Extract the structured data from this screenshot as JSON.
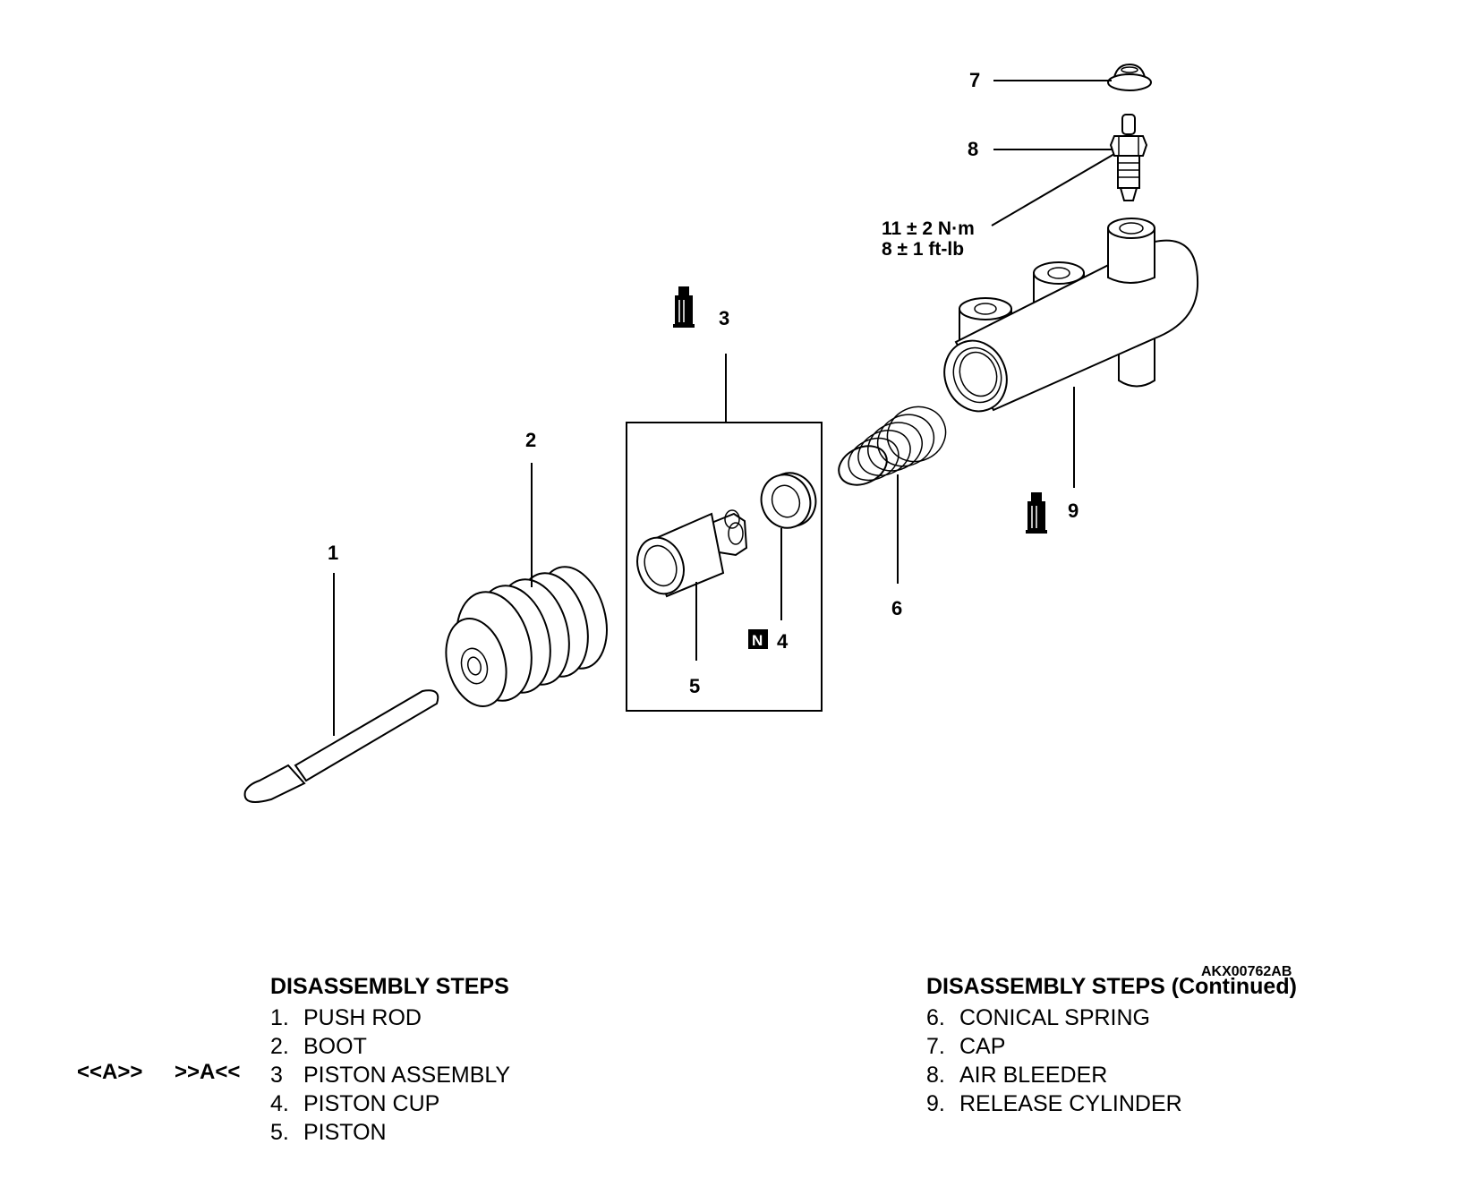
{
  "callouts": {
    "n1": "1",
    "n2": "2",
    "n3": "3",
    "n4": "4",
    "n5": "5",
    "n6": "6",
    "n7": "7",
    "n8": "8",
    "n9": "9"
  },
  "torque": {
    "metric": "11 ± 2 N·m",
    "imperial": "8 ± 1 ft-lb"
  },
  "new_part_symbol": "N",
  "figure_code": "AKX00762AB",
  "steps_left": {
    "title": "DISASSEMBLY STEPS",
    "items": [
      {
        "num": "1.",
        "label": "PUSH ROD"
      },
      {
        "num": "2.",
        "label": "BOOT"
      },
      {
        "num": "3",
        "label": "PISTON ASSEMBLY"
      },
      {
        "num": "4.",
        "label": "PISTON CUP"
      },
      {
        "num": "5.",
        "label": "PISTON"
      }
    ]
  },
  "steps_right": {
    "title": "DISASSEMBLY STEPS (Continued)",
    "items": [
      {
        "num": "6.",
        "label": "CONICAL SPRING"
      },
      {
        "num": "7.",
        "label": "CAP"
      },
      {
        "num": "8.",
        "label": "AIR BLEEDER"
      },
      {
        "num": "9.",
        "label": "RELEASE CYLINDER"
      }
    ]
  },
  "ref_marks": {
    "removal": "<<A>>",
    "installation": ">>A<<"
  },
  "icons": [
    "grease-bottle-icon",
    "new-part-icon"
  ]
}
